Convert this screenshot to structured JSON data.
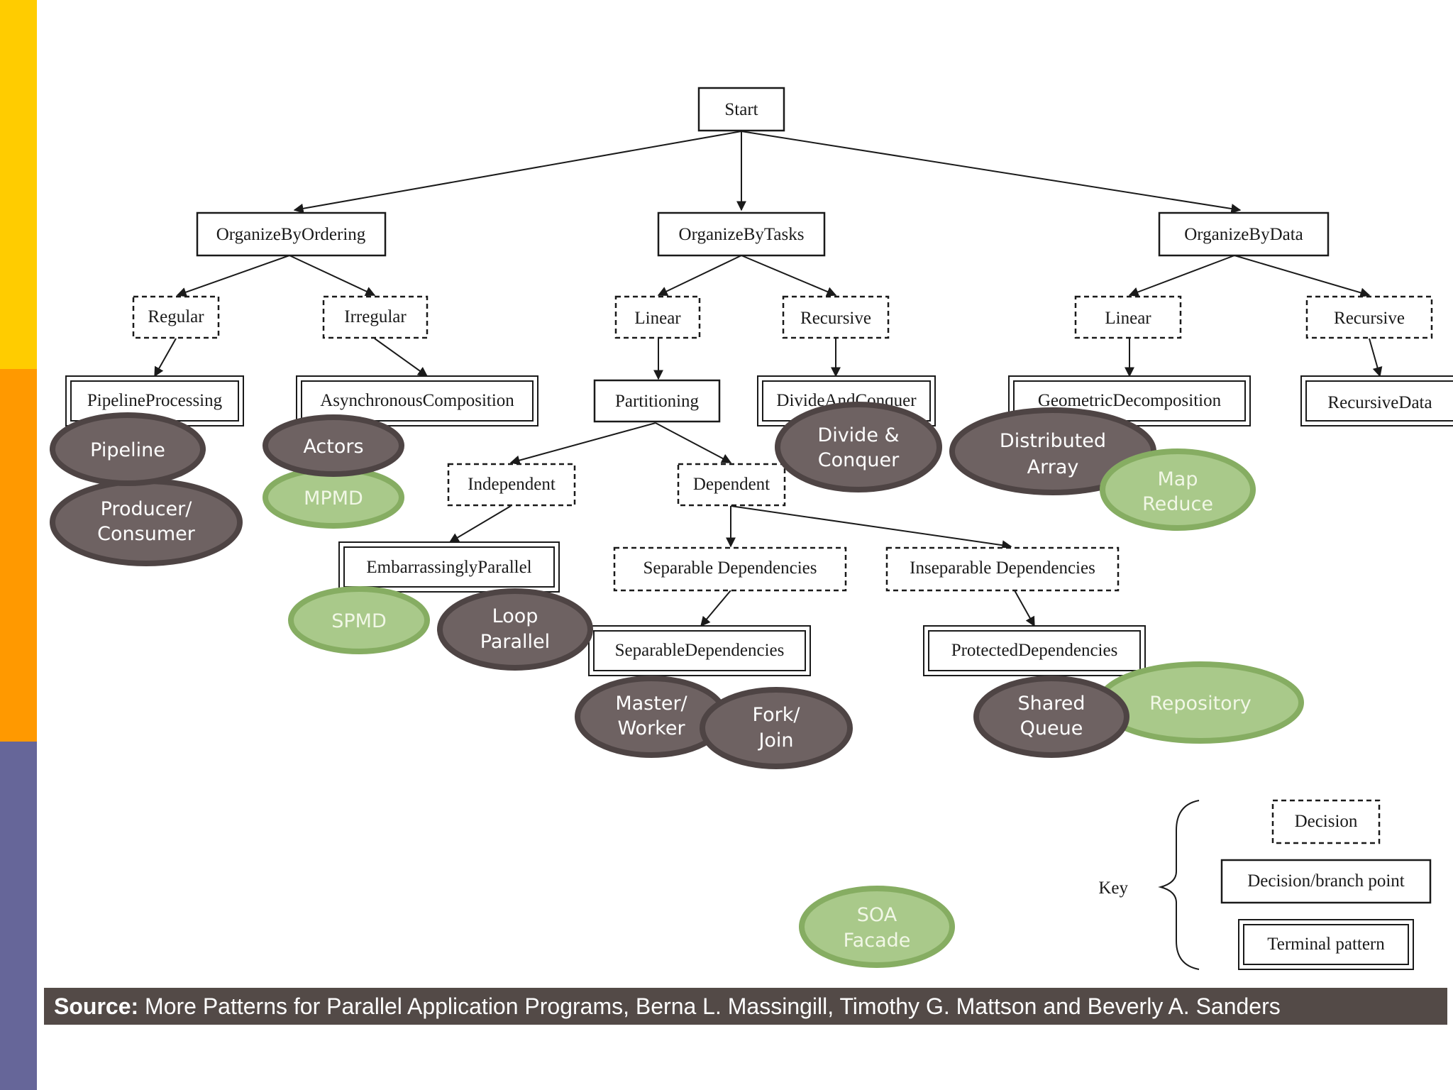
{
  "colors": {
    "stripe_top": "#ffcc00",
    "stripe_mid": "#ff9900",
    "stripe_bottom": "#666699",
    "oval_dark_fill": "#6e6262",
    "oval_dark_stroke": "#4e4444",
    "oval_green_fill": "#a9c98a",
    "oval_green_stroke": "#86ad62",
    "source_bar": "#534a47"
  },
  "nodes": {
    "start": "Start",
    "organize_by_ordering": "OrganizeByOrdering",
    "organize_by_tasks": "OrganizeByTasks",
    "organize_by_data": "OrganizeByData",
    "regular": "Regular",
    "irregular": "Irregular",
    "tasks_linear": "Linear",
    "tasks_recursive": "Recursive",
    "data_linear": "Linear",
    "data_recursive": "Recursive",
    "pipeline_processing": "PipelineProcessing",
    "asynchronous_composition": "AsynchronousComposition",
    "partitioning": "Partitioning",
    "divide_and_conquer": "DivideAndConquer",
    "geometric_decomposition": "GeometricDecomposition",
    "recursive_data": "RecursiveData",
    "independent": "Independent",
    "dependent": "Dependent",
    "embarrassingly_parallel": "EmbarrassinglyParallel",
    "separable_dependencies_decision": "Separable Dependencies",
    "inseparable_dependencies": "Inseparable Dependencies",
    "separable_dependencies_pattern": "SeparableDependencies",
    "protected_dependencies": "ProtectedDependencies"
  },
  "ovals": {
    "pipeline": "Pipeline",
    "producer_consumer_1": "Producer/",
    "producer_consumer_2": "Consumer",
    "actors": "Actors",
    "mpmd": "MPMD",
    "divide_conquer_1": "Divide &",
    "divide_conquer_2": "Conquer",
    "distributed_array_1": "Distributed",
    "distributed_array_2": "Array",
    "map_reduce_1": "Map",
    "map_reduce_2": "Reduce",
    "spmd": "SPMD",
    "loop_parallel_1": "Loop",
    "loop_parallel_2": "Parallel",
    "master_worker_1": "Master/",
    "master_worker_2": "Worker",
    "fork_join_1": "Fork/",
    "fork_join_2": "Join",
    "shared_queue_1": "Shared",
    "shared_queue_2": "Queue",
    "repository": "Repository",
    "soa_facade_1": "SOA",
    "soa_facade_2": "Facade"
  },
  "key": {
    "label": "Key",
    "decision": "Decision",
    "branch_point": "Decision/branch point",
    "terminal_pattern": "Terminal pattern"
  },
  "source": {
    "label": "Source:",
    "text": " More Patterns for Parallel Application Programs, Berna L. Massingill, Timothy G. Mattson and Beverly A. Sanders"
  }
}
